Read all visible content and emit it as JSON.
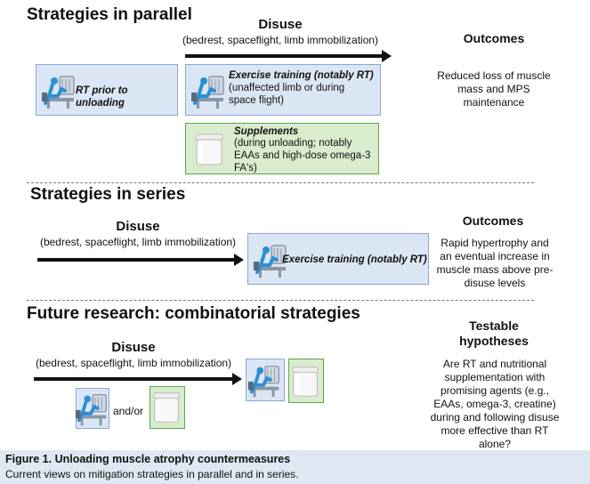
{
  "parallel": {
    "title": "Strategies in parallel",
    "disuse_label": "Disuse",
    "disuse_sub": "(bedrest, spaceflight, limb immobilization)",
    "outcomes_head": "Outcomes",
    "rt_prior": "RT prior to unloading",
    "exercise_title": "Exercise training (notably RT)",
    "exercise_sub": "(unaffected limb or during space flight)",
    "supplements_title": "Supplements",
    "supplements_sub": "(during unloading; notably EAAs and high-dose omega-3 FA's)",
    "outcome_text": "Reduced loss of muscle mass and MPS maintenance"
  },
  "series": {
    "title": "Strategies in series",
    "disuse_label": "Disuse",
    "disuse_sub": "(bedrest, spaceflight, limb immobilization)",
    "exercise_title": "Exercise training (notably RT)",
    "outcomes_head": "Outcomes",
    "outcome_text": "Rapid hypertrophy and an eventual increase in muscle mass above pre-disuse levels"
  },
  "future": {
    "title": "Future research: combinatorial strategies",
    "disuse_label": "Disuse",
    "disuse_sub": "(bedrest, spaceflight, limb immobilization)",
    "andor": "and/or",
    "hyp_head": "Testable hypotheses",
    "hyp_text": "Are RT and nutritional supplementation with promising agents (e.g., EAAs, omega-3, creatine) during and following disuse more effective than RT alone?"
  },
  "caption": {
    "title": "Figure 1.  Unloading muscle atrophy countermeasures",
    "body": "Current views on mitigation strategies in parallel and in series."
  },
  "colors": {
    "blue_fill": "#dbe6f5",
    "blue_border": "#8aa8d8",
    "green_fill": "#d9eccd",
    "green_border": "#5aa84a",
    "icon_blue": "#2b8fd6"
  },
  "icons": [
    "leg-press-machine-icon",
    "supplement-jar-icon"
  ]
}
